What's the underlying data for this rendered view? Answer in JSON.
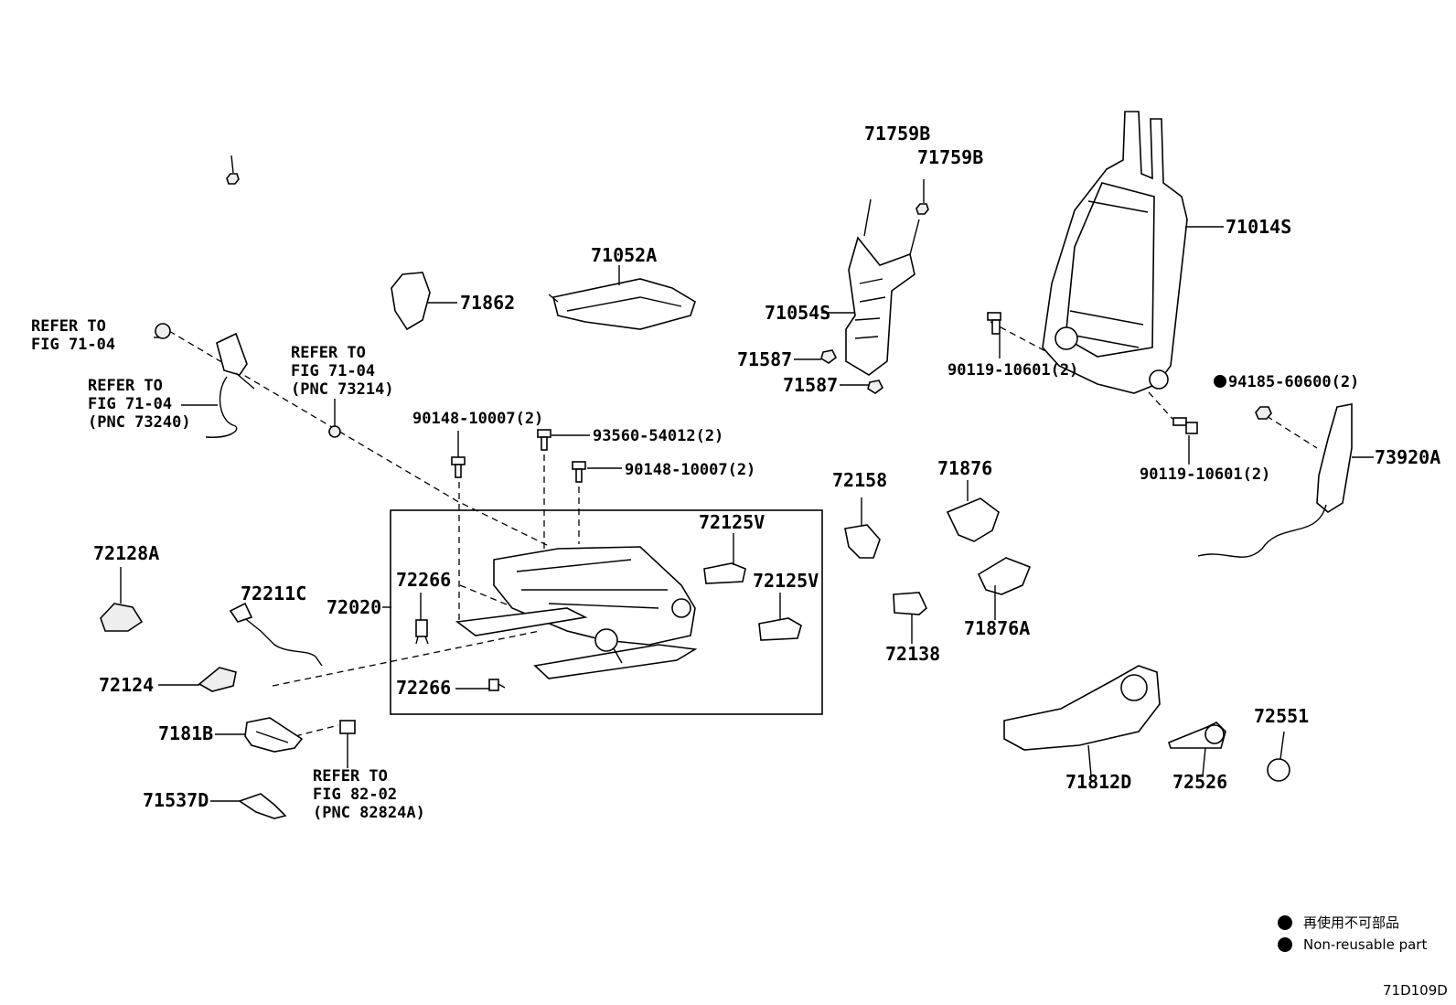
{
  "parts": {
    "p71759B_a": "71759B",
    "p71759B_b": "71759B",
    "p71014S": "71014S",
    "p71052A": "71052A",
    "p71862": "71862",
    "p71054S": "71054S",
    "p71587_a": "71587",
    "p71587_b": "71587",
    "p90119_a": "90119-10601(2)",
    "p94185": "94185-60600(2)",
    "p90119_b": "90119-10601(2)",
    "p73920A": "73920A",
    "p90148_a": "90148-10007(2)",
    "p93560": "93560-54012(2)",
    "p90148_b": "90148-10007(2)",
    "p72158": "72158",
    "p71876": "71876",
    "p72128A": "72128A",
    "p72125V_a": "72125V",
    "p72125V_b": "72125V",
    "p72266_a": "72266",
    "p72211C": "72211C",
    "p72020": "72020",
    "p72138": "72138",
    "p71876A": "71876A",
    "p72124": "72124",
    "p72266_b": "72266",
    "p72551": "72551",
    "p7181B": "7181B",
    "p71812D": "71812D",
    "p72526": "72526",
    "p71537D": "71537D"
  },
  "refs": {
    "r1": [
      "REFER TO",
      "FIG 71-04"
    ],
    "r2": [
      "REFER TO",
      "FIG 71-04",
      "(PNC 73214)"
    ],
    "r3": [
      "REFER TO",
      "FIG 71-04",
      "(PNC 73240)"
    ],
    "r4": [
      "REFER TO",
      "FIG 82-02",
      "(PNC 82824A)"
    ]
  },
  "legend": {
    "japanese": "再使用不可部品",
    "english": "Non-reusable part"
  },
  "figure_code": "71D109D"
}
